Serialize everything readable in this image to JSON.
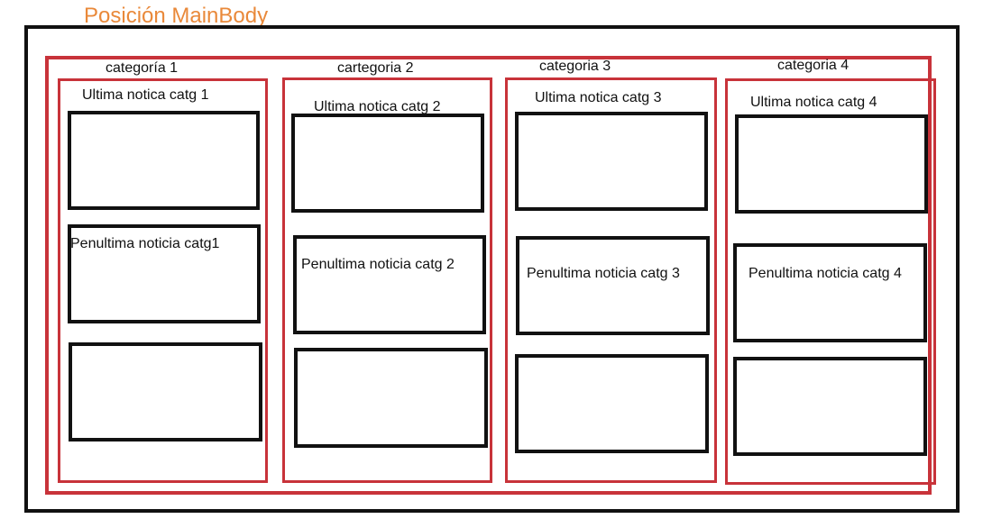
{
  "title": "Posición MainBody",
  "colors": {
    "title": "#e9893a",
    "red": "#c8333a",
    "black": "#111111"
  },
  "columns": [
    {
      "category": "categoría 1",
      "latest": "Ultima notica catg 1",
      "penultimate": "Penultima noticia catg1"
    },
    {
      "category": "cartegoria 2",
      "latest": "Ultima notica catg 2",
      "penultimate": "Penultima noticia catg 2"
    },
    {
      "category": "categoria 3",
      "latest": "Ultima notica catg 3",
      "penultimate": "Penultima noticia catg 3"
    },
    {
      "category": "categoria 4",
      "latest": "Ultima notica catg 4",
      "penultimate": "Penultima noticia catg 4"
    }
  ]
}
